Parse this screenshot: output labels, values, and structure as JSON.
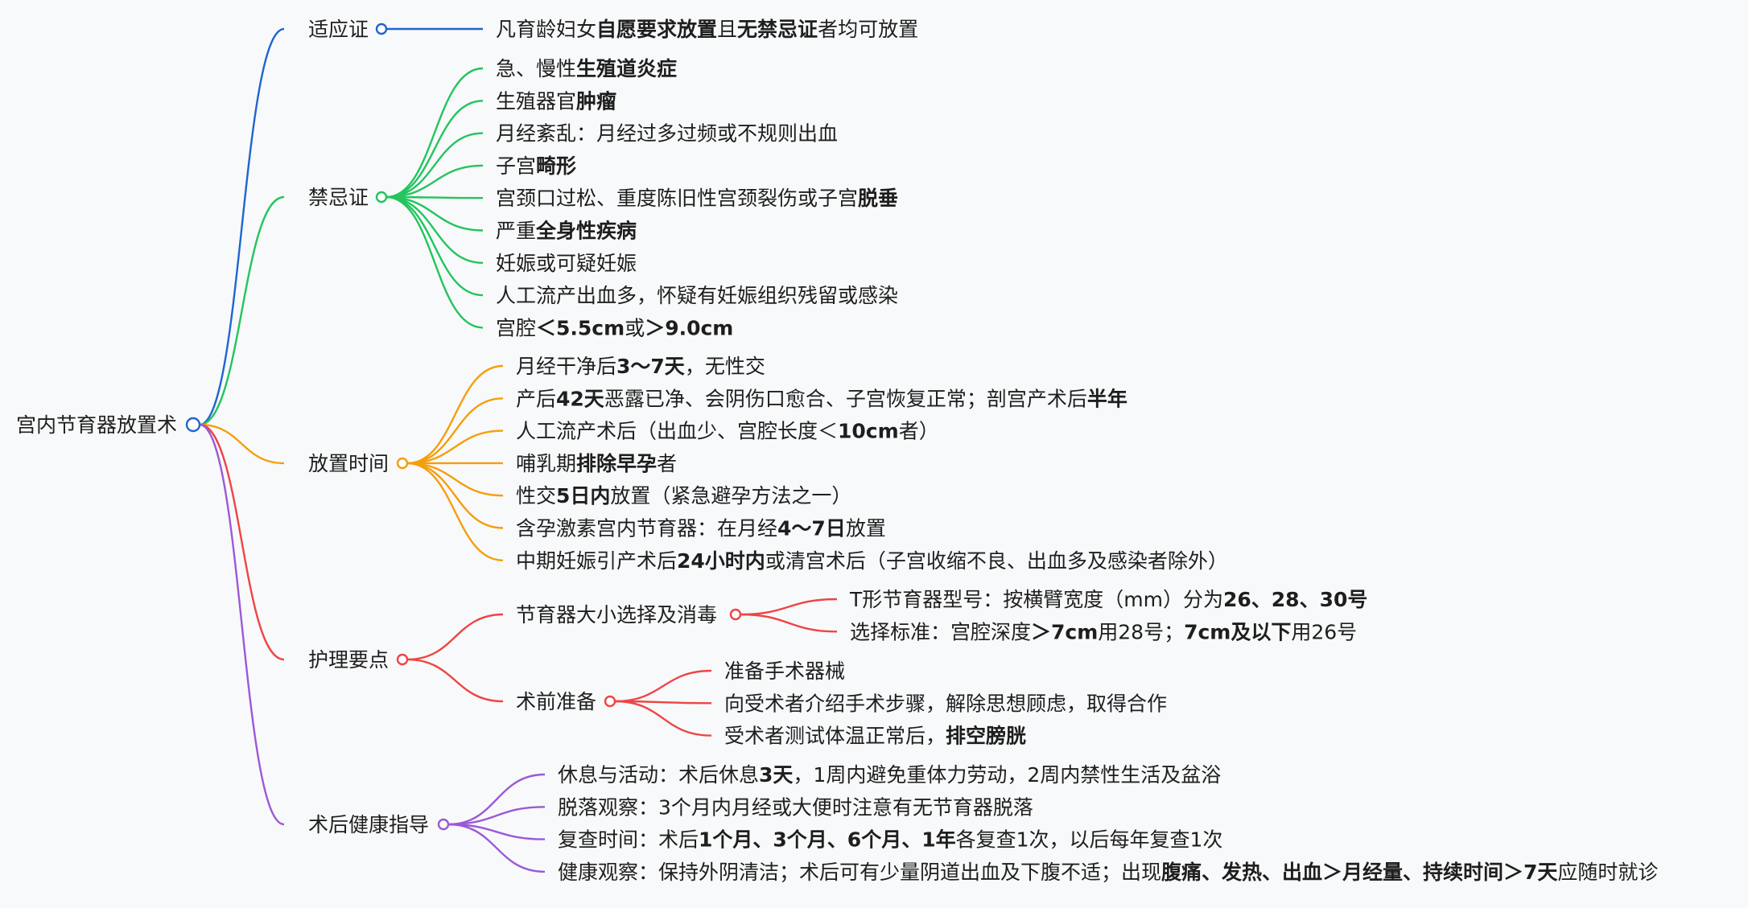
{
  "root": {
    "label": "宫内节育器放置术",
    "color": "#1e66d0"
  },
  "branches": [
    {
      "id": "indications",
      "label": "适应证",
      "color": "#1e66d0",
      "leaves": [
        {
          "segments": [
            {
              "t": "凡育龄妇女"
            },
            {
              "t": "自愿要求放置",
              "b": true
            },
            {
              "t": "且"
            },
            {
              "t": "无禁忌证",
              "b": true
            },
            {
              "t": "者均可放置"
            }
          ]
        }
      ]
    },
    {
      "id": "contraindications",
      "label": "禁忌证",
      "color": "#22c55e",
      "leaves": [
        {
          "segments": [
            {
              "t": "急、慢性"
            },
            {
              "t": "生殖道炎症",
              "b": true
            }
          ]
        },
        {
          "segments": [
            {
              "t": "生殖器官"
            },
            {
              "t": "肿瘤",
              "b": true
            }
          ]
        },
        {
          "segments": [
            {
              "t": "月经紊乱：月经过多过频或不规则出血"
            }
          ]
        },
        {
          "segments": [
            {
              "t": "子宫"
            },
            {
              "t": "畸形",
              "b": true
            }
          ]
        },
        {
          "segments": [
            {
              "t": "宫颈口过松、重度陈旧性宫颈裂伤或子宫"
            },
            {
              "t": "脱垂",
              "b": true
            }
          ]
        },
        {
          "segments": [
            {
              "t": "严重"
            },
            {
              "t": "全身性疾病",
              "b": true
            }
          ]
        },
        {
          "segments": [
            {
              "t": "妊娠或可疑妊娠"
            }
          ]
        },
        {
          "segments": [
            {
              "t": "人工流产出血多，怀疑有妊娠组织残留或感染"
            }
          ]
        },
        {
          "segments": [
            {
              "t": "宫腔"
            },
            {
              "t": "＜5.5cm",
              "b": true
            },
            {
              "t": "或"
            },
            {
              "t": "＞9.0cm",
              "b": true
            }
          ]
        }
      ]
    },
    {
      "id": "timing",
      "label": "放置时间",
      "color": "#f59e0b",
      "leaves": [
        {
          "segments": [
            {
              "t": "月经干净后"
            },
            {
              "t": "3～7天",
              "b": true
            },
            {
              "t": "，无性交"
            }
          ]
        },
        {
          "segments": [
            {
              "t": "产后"
            },
            {
              "t": "42天",
              "b": true
            },
            {
              "t": "恶露已净、会阴伤口愈合、子宫恢复正常；剖宫产术后"
            },
            {
              "t": "半年",
              "b": true
            }
          ]
        },
        {
          "segments": [
            {
              "t": "人工流产术后（出血少、宫腔长度＜"
            },
            {
              "t": "10cm",
              "b": true
            },
            {
              "t": "者）"
            }
          ]
        },
        {
          "segments": [
            {
              "t": "哺乳期"
            },
            {
              "t": "排除早孕",
              "b": true
            },
            {
              "t": "者"
            }
          ]
        },
        {
          "segments": [
            {
              "t": "性交"
            },
            {
              "t": "5日内",
              "b": true
            },
            {
              "t": "放置（紧急避孕方法之一）"
            }
          ]
        },
        {
          "segments": [
            {
              "t": "含孕激素宫内节育器：在月经"
            },
            {
              "t": "4～7日",
              "b": true
            },
            {
              "t": "放置"
            }
          ]
        },
        {
          "segments": [
            {
              "t": "中期妊娠引产术后"
            },
            {
              "t": "24小时内",
              "b": true
            },
            {
              "t": "或清宫术后（子宫收缩不良、出血多及感染者除外）"
            }
          ]
        }
      ]
    },
    {
      "id": "nursing",
      "label": "护理要点",
      "color": "#ef4444",
      "subs": [
        {
          "label": "节育器大小选择及消毒",
          "leaves": [
            {
              "segments": [
                {
                  "t": "T形节育器型号：按横臂宽度（mm）分为"
                },
                {
                  "t": "26、28、30号",
                  "b": true
                }
              ]
            },
            {
              "segments": [
                {
                  "t": "选择标准：宫腔深度"
                },
                {
                  "t": "＞7cm",
                  "b": true
                },
                {
                  "t": "用28号；"
                },
                {
                  "t": "7cm及以下",
                  "b": true
                },
                {
                  "t": "用26号"
                }
              ]
            }
          ]
        },
        {
          "label": "术前准备",
          "leaves": [
            {
              "segments": [
                {
                  "t": "准备手术器械"
                }
              ]
            },
            {
              "segments": [
                {
                  "t": "向受术者介绍手术步骤，解除思想顾虑，取得合作"
                }
              ]
            },
            {
              "segments": [
                {
                  "t": "受术者测试体温正常后，"
                },
                {
                  "t": "排空膀胱",
                  "b": true
                }
              ]
            }
          ]
        }
      ]
    },
    {
      "id": "postop",
      "label": "术后健康指导",
      "color": "#9b59d6",
      "leaves": [
        {
          "segments": [
            {
              "t": "休息与活动：术后休息"
            },
            {
              "t": "3天",
              "b": true
            },
            {
              "t": "，1周内避免重体力劳动，2周内禁性生活及盆浴"
            }
          ]
        },
        {
          "segments": [
            {
              "t": "脱落观察：3个月内月经或大便时注意有无节育器脱落"
            }
          ]
        },
        {
          "segments": [
            {
              "t": "复查时间：术后"
            },
            {
              "t": "1个月、3个月、6个月、1年",
              "b": true
            },
            {
              "t": "各复查1次，以后每年复查1次"
            }
          ]
        },
        {
          "segments": [
            {
              "t": "健康观察：保持外阴清洁；术后可有少量阴道出血及下腹不适；出现"
            },
            {
              "t": "腹痛、发热、出血＞月经量、持续时间＞7天",
              "b": true
            },
            {
              "t": "应随时就诊"
            }
          ]
        }
      ]
    }
  ]
}
